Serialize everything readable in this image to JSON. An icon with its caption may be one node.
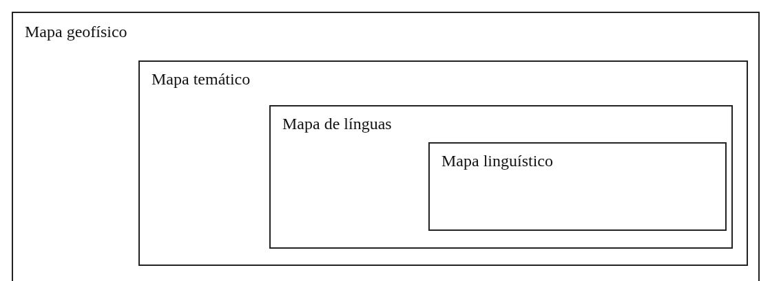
{
  "diagram": {
    "nodes": [
      {
        "text": [
          "Mapa geofísico"
        ]
      },
      {
        "text": [
          "Mapa temático"
        ],
        "in": 0
      },
      {
        "text": [
          "Mapa de línguas"
        ],
        "in": 1
      },
      {
        "text": [
          "Mapa linguístico"
        ],
        "in": 2
      }
    ]
  }
}
